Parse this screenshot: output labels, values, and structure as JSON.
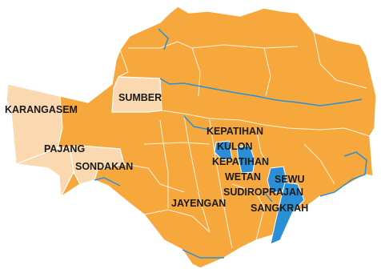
{
  "colors": {
    "district_fill": "#f7a83c",
    "highlight_fill": "#fbd9b0",
    "boundary_line": "#ffffff",
    "water": "#2a8fd6",
    "label_text": "#1a1a1a"
  },
  "labels": {
    "karangasem": "KARANGASEM",
    "sumber": "SUMBER",
    "pajang": "PAJANG",
    "sondakan": "SONDAKAN",
    "kepatihan_kulon_1": "KEPATIHAN",
    "kepatihan_kulon_2": "KULON",
    "kepatihan_wetan_1": "KEPATIHAN",
    "kepatihan_wetan_2": "WETAN",
    "sewu": "SEWU",
    "sudiroprajan": "SUDIROPRAJAN",
    "jayengan": "JAYENGAN",
    "sangkrah": "SANGKRAH"
  }
}
